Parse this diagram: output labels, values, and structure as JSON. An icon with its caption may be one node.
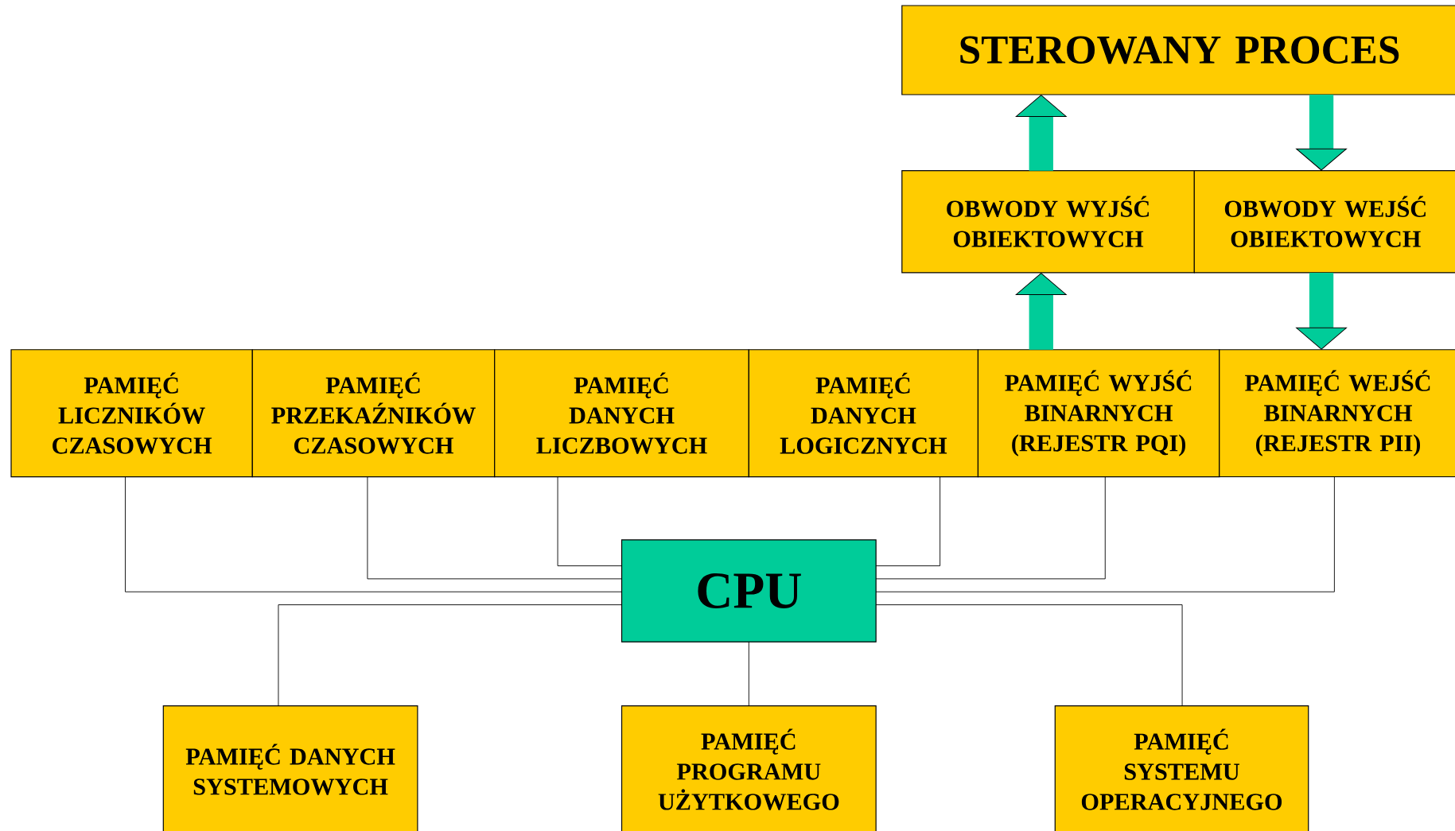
{
  "diagram": {
    "nodes": [
      {
        "text": [
          "STEROWANY PROCES"
        ]
      },
      {
        "text": [
          "OBWODY WYJŚĆ OBIEKTOWYCH"
        ]
      },
      {
        "text": [
          "OBWODY WEJŚĆ OBIEKTOWYCH"
        ]
      },
      {
        "text": [
          "PAMIĘĆ LICZNIKÓW CZASOWYCH"
        ]
      },
      {
        "text": [
          "PAMIĘĆ PRZEKAŹNIKÓW CZASOWYCH"
        ]
      },
      {
        "text": [
          "PAMIĘĆ DANYCH LICZBOWYCH"
        ]
      },
      {
        "text": [
          "PAMIĘĆ DANYCH LOGICZNYCH"
        ]
      },
      {
        "text": [
          "PAMIĘĆ WYJŚĆ BINARNYCH (REJESTR PQI)"
        ]
      },
      {
        "text": [
          "PAMIĘĆ WEJŚĆ BINARNYCH (REJESTR PII)"
        ]
      },
      {
        "text": [
          "CPU"
        ]
      },
      {
        "text": [
          "PAMIĘĆ DANYCH SYSTEMOWYCH"
        ]
      },
      {
        "text": [
          "PAMIĘĆ PROGRAMU UŻYTKOWEGO"
        ]
      },
      {
        "text": [
          "PAMIĘĆ SYSTEMU OPERACYJNEGO"
        ]
      }
    ],
    "edges": [
      {
        "from": 1,
        "to": 0,
        "arrow": "to",
        "style": "thick",
        "color": "#00cc99"
      },
      {
        "from": 0,
        "to": 2,
        "arrow": "to",
        "style": "thick",
        "color": "#00cc99"
      },
      {
        "from": 7,
        "to": 1,
        "arrow": "to",
        "style": "thick",
        "color": "#00cc99"
      },
      {
        "from": 2,
        "to": 8,
        "arrow": "to",
        "style": "thick",
        "color": "#00cc99"
      },
      {
        "from": 9,
        "to": 3,
        "arrow": "none"
      },
      {
        "from": 9,
        "to": 4,
        "arrow": "none"
      },
      {
        "from": 9,
        "to": 5,
        "arrow": "none"
      },
      {
        "from": 9,
        "to": 6,
        "arrow": "none"
      },
      {
        "from": 9,
        "to": 7,
        "arrow": "none"
      },
      {
        "from": 9,
        "to": 8,
        "arrow": "none"
      },
      {
        "from": 9,
        "to": 10,
        "arrow": "none"
      },
      {
        "from": 9,
        "to": 11,
        "arrow": "none"
      },
      {
        "from": 9,
        "to": 12,
        "arrow": "none"
      }
    ]
  }
}
